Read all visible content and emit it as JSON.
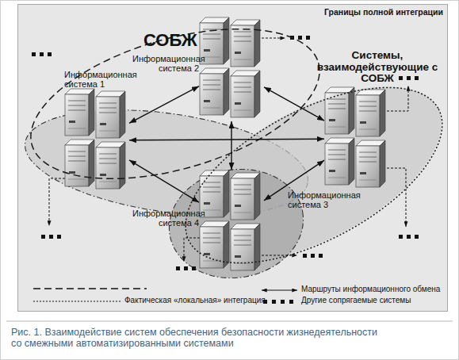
{
  "diagram": {
    "caption": "Рис. 1. Взаимодействие систем обеспечения безопасности жизнедеятельности со смежными автоматизированными системами",
    "nodes": [
      {
        "text": [
          "Границы полной интеграции"
        ]
      },
      {
        "text": [
          "СОБЖ"
        ],
        "in": 0
      },
      {
        "text": [
          "Информационная система 1"
        ],
        "in": 1
      },
      {
        "text": [
          "Информационная система 2"
        ],
        "in": 1
      },
      {
        "text": [
          "Системы, взаимодействующие с СОБЖ"
        ],
        "in": 0
      },
      {
        "text": [
          "Информационная система 3"
        ],
        "in": 4
      },
      {
        "text": [
          "Информационная система 4"
        ],
        "in": 4
      }
    ],
    "edges": [
      {
        "from": 2,
        "to": 3,
        "arrow": "both"
      },
      {
        "from": 2,
        "to": 5,
        "arrow": "both"
      },
      {
        "from": 3,
        "to": 5,
        "arrow": "both"
      },
      {
        "from": 3,
        "to": 6,
        "arrow": "both"
      },
      {
        "from": 2,
        "to": 6,
        "arrow": "both"
      },
      {
        "from": 5,
        "to": 6,
        "arrow": "both"
      }
    ],
    "legend": [
      {
        "text": "Фактическая «локальная» интеграция"
      },
      {
        "text": "Маршруты информационного обмена"
      },
      {
        "text": "Другие сопрягаемые системы"
      }
    ]
  }
}
